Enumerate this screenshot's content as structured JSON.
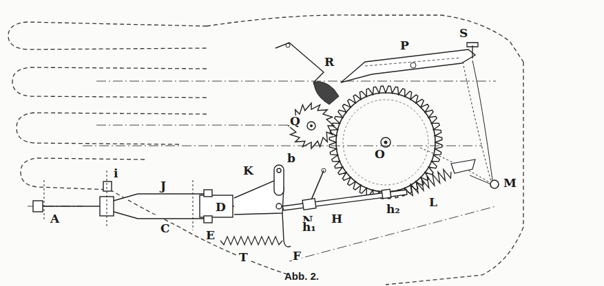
{
  "diagram": {
    "caption": "Abb. 2.",
    "labels": [
      "S",
      "R",
      "P",
      "Q",
      "O",
      "N",
      "M",
      "A",
      "i",
      "J",
      "C",
      "D",
      "K",
      "b",
      "E",
      "T",
      "F",
      "H",
      "h₁",
      "h₂",
      "L"
    ]
  }
}
